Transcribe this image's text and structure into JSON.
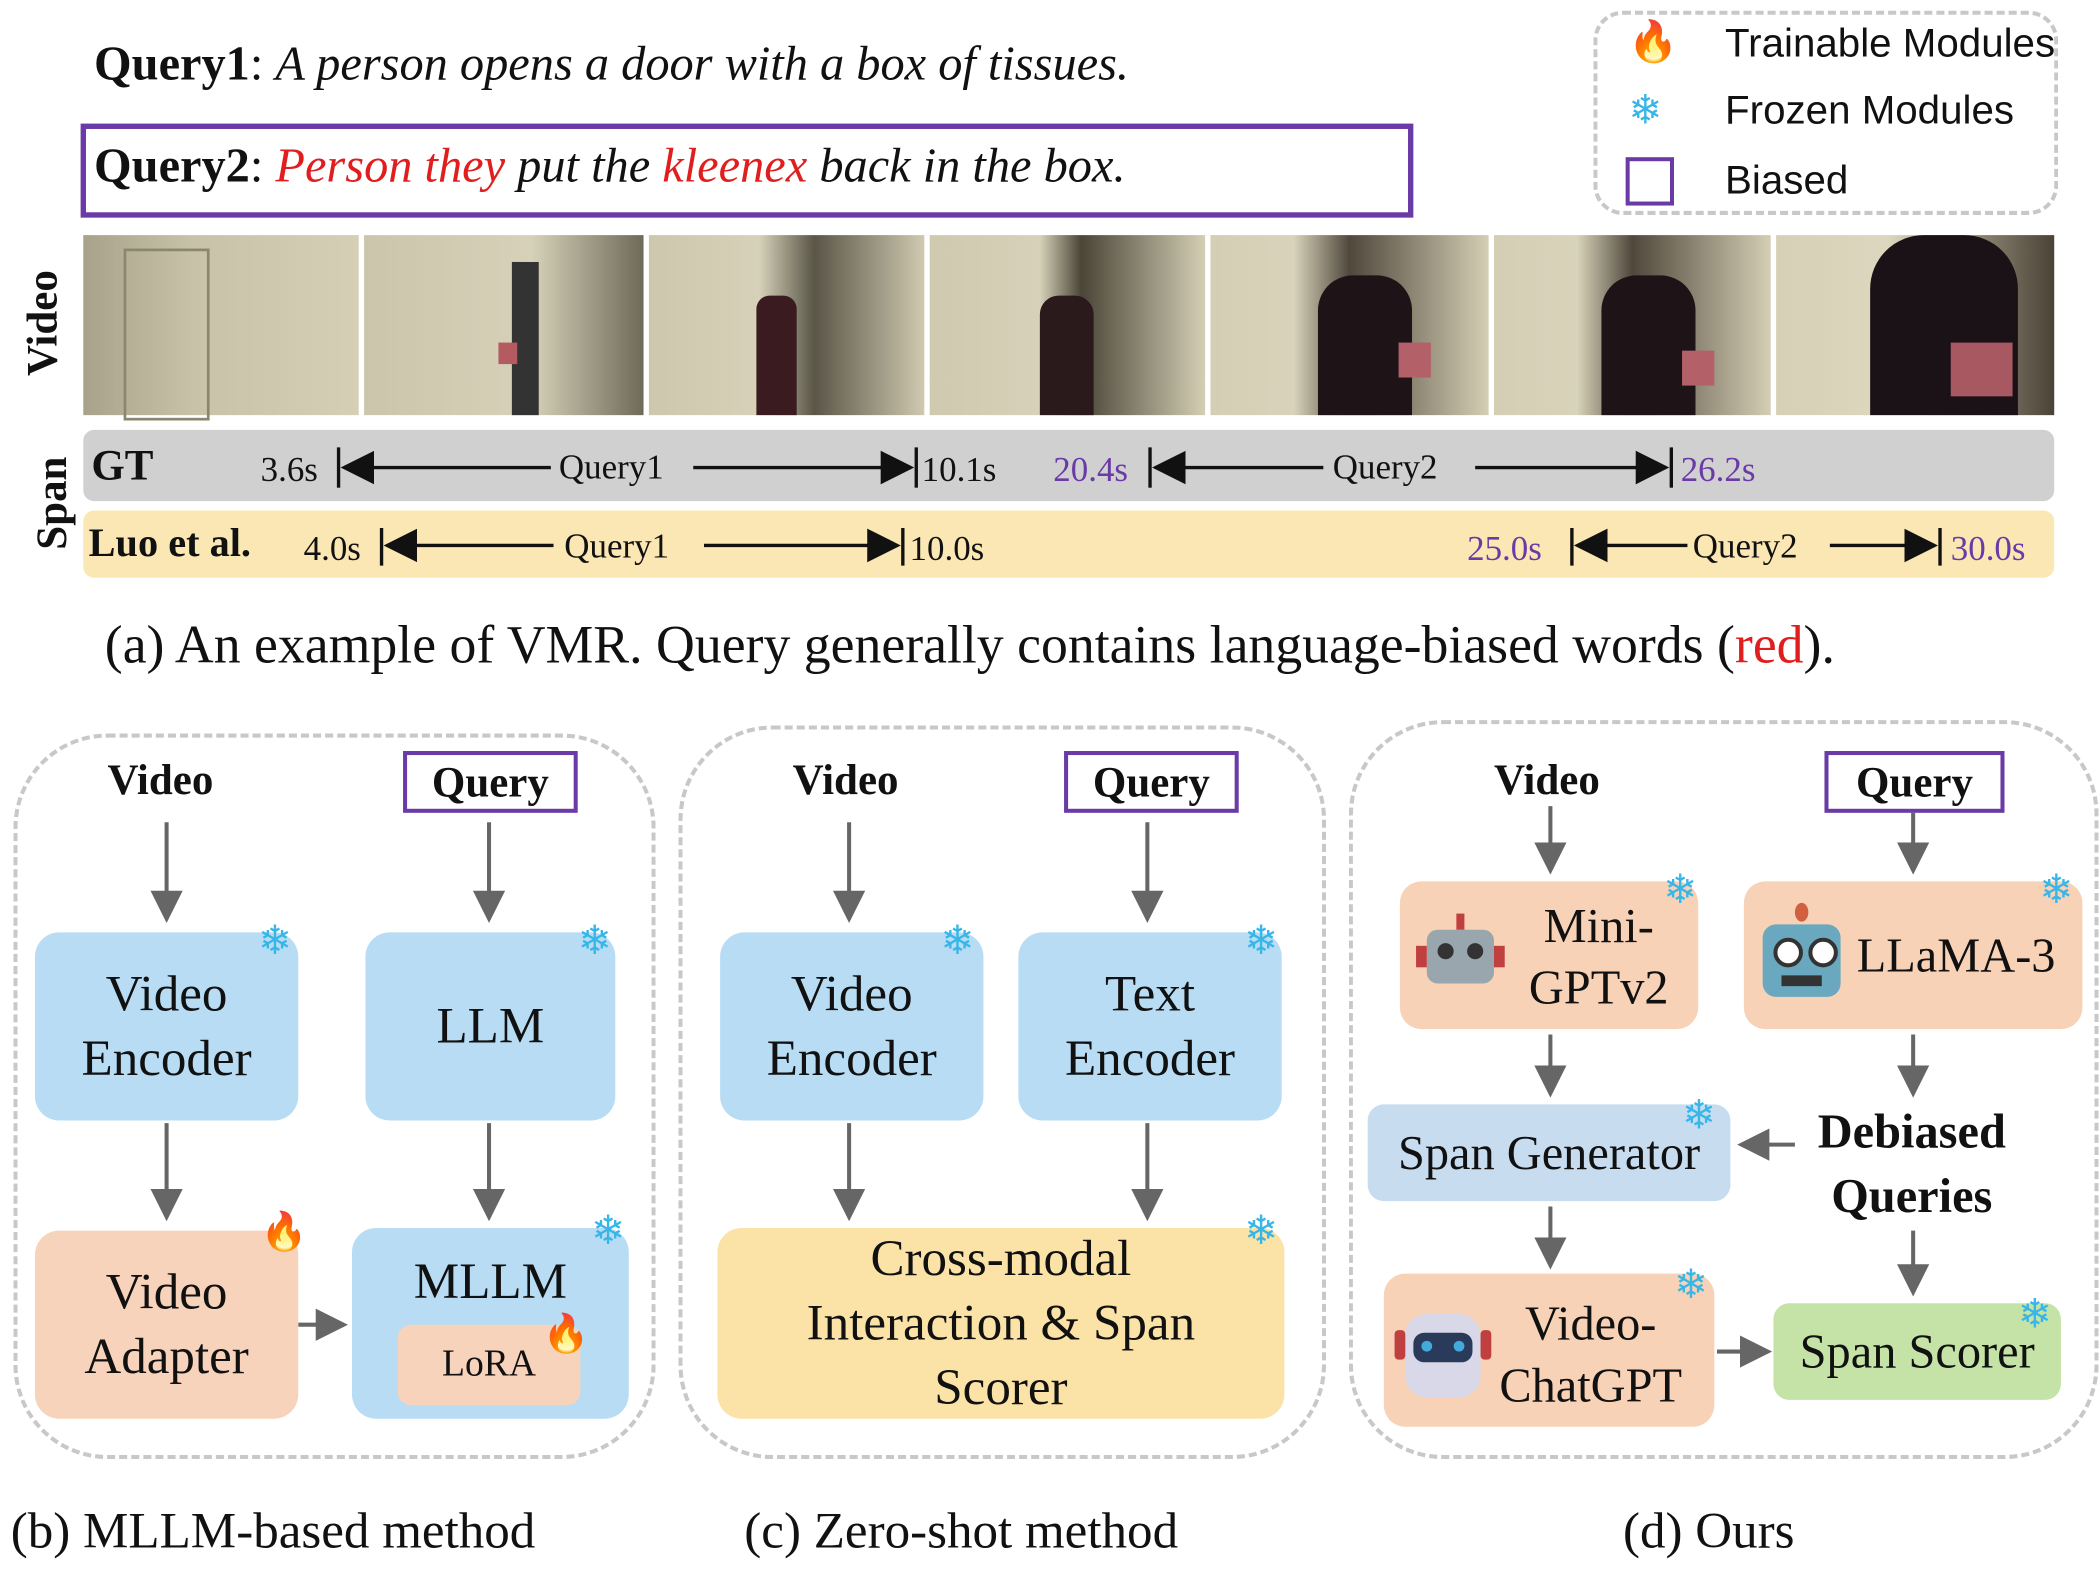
{
  "top": {
    "query1_label": "Query1",
    "query1_text": "A person opens a door with a box of tissues.",
    "query2_label": "Query2",
    "query2_seg1": "Person they",
    "query2_seg2": " put the ",
    "query2_seg3": "kleenex",
    "query2_seg4": " back in the box.",
    "video_label": "Video",
    "span_label": "Span"
  },
  "legend": {
    "trainable": "Trainable Modules",
    "frozen": "Frozen Modules",
    "biased": "Biased"
  },
  "gt_bar": {
    "label": "GT",
    "q1_start": "3.6s",
    "q1_label": "Query1",
    "q1_end": "10.1s",
    "q2_start": "20.4s",
    "q2_label": "Query2",
    "q2_end": "26.2s"
  },
  "luo_bar": {
    "label": "Luo et al.",
    "q1_start": "4.0s",
    "q1_label": "Query1",
    "q1_end": "10.0s",
    "q2_start": "25.0s",
    "q2_label": "Query2",
    "q2_end": "30.0s"
  },
  "caption_a": {
    "pre": "(a) An example of VMR. Query generally contains language-biased words (",
    "red": "red",
    "post": ")."
  },
  "panel_b": {
    "video": "Video",
    "query": "Query",
    "video_encoder": "Video Encoder",
    "llm": "LLM",
    "video_adapter": "Video Adapter",
    "mllm": "MLLM",
    "lora": "LoRA",
    "caption": "(b) MLLM-based method"
  },
  "panel_c": {
    "video": "Video",
    "query": "Query",
    "video_encoder": "Video Encoder",
    "text_encoder": "Text Encoder",
    "cross_modal": "Cross-modal Interaction & Span Scorer",
    "caption": "(c) Zero-shot method"
  },
  "panel_d": {
    "video": "Video",
    "query": "Query",
    "minigpt": "Mini- GPTv2",
    "llama": "LLaMA-3",
    "span_generator": "Span Generator",
    "debiased": "Debiased Queries",
    "video_chatgpt": "Video- ChatGPT",
    "span_scorer": "Span Scorer",
    "caption": "(d) Ours"
  },
  "colors": {
    "red": "#e01e1e",
    "purple": "#6a3aa6",
    "module_blue": "#b7dcf4",
    "module_peach": "#f8d3bb",
    "module_yellow": "#fbe2a6",
    "module_green": "#c5e3a6",
    "gt_bar": "#d0d0d0",
    "luo_bar": "#fbe7b3"
  },
  "icons": [
    "fire-icon",
    "snowflake-icon",
    "robot-icon"
  ]
}
